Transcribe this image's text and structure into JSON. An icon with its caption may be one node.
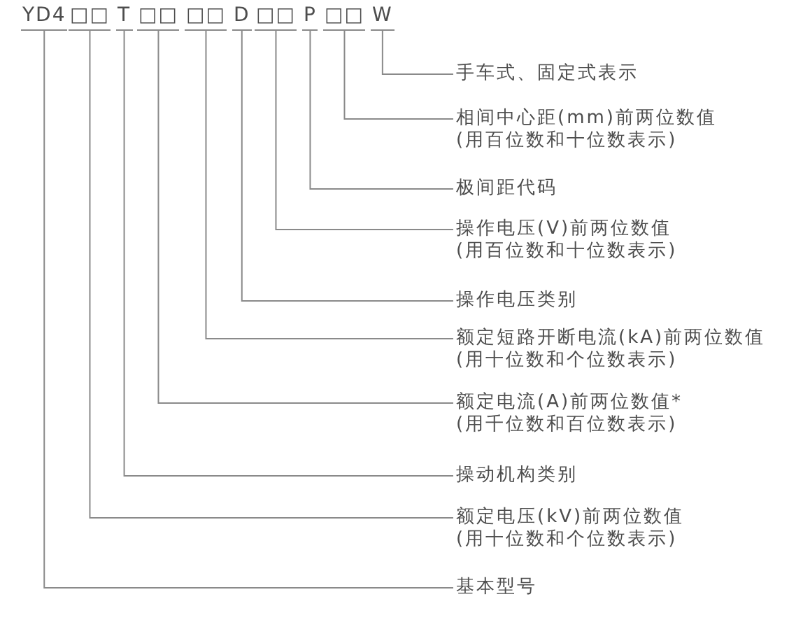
{
  "diagram": {
    "nodes": [
      {
        "text": [
          "YD4"
        ]
      },
      {
        "text": [
          "□□"
        ]
      },
      {
        "text": [
          "T"
        ]
      },
      {
        "text": [
          "□□"
        ]
      },
      {
        "text": [
          "□□"
        ]
      },
      {
        "text": [
          "D"
        ]
      },
      {
        "text": [
          "□□"
        ]
      },
      {
        "text": [
          "P"
        ]
      },
      {
        "text": [
          "□□"
        ]
      },
      {
        "text": [
          "W"
        ]
      },
      {
        "text": [
          "手车式、固定式表示"
        ]
      },
      {
        "text": [
          "相间中心距(mm)前两位数值",
          "(用百位数和十位数表示)"
        ]
      },
      {
        "text": [
          "极间距代码"
        ]
      },
      {
        "text": [
          "操作电压(V)前两位数值",
          "(用百位数和十位数表示)"
        ]
      },
      {
        "text": [
          "操作电压类别"
        ]
      },
      {
        "text": [
          "额定短路开断电流(kA)前两位数值",
          "(用十位数和个位数表示)"
        ]
      },
      {
        "text": [
          "额定电流(A)前两位数值*",
          "(用千位数和百位数表示)"
        ]
      },
      {
        "text": [
          "操动机构类别"
        ]
      },
      {
        "text": [
          "额定电压(kV)前两位数值",
          "(用十位数和个位数表示)"
        ]
      },
      {
        "text": [
          "基本型号"
        ]
      }
    ],
    "edges": [
      {
        "from": 10,
        "to": 9,
        "arrow": "none"
      },
      {
        "from": 11,
        "to": 8,
        "arrow": "none"
      },
      {
        "from": 12,
        "to": 7,
        "arrow": "none"
      },
      {
        "from": 13,
        "to": 6,
        "arrow": "none"
      },
      {
        "from": 14,
        "to": 5,
        "arrow": "none"
      },
      {
        "from": 15,
        "to": 4,
        "arrow": "none"
      },
      {
        "from": 16,
        "to": 3,
        "arrow": "none"
      },
      {
        "from": 17,
        "to": 2,
        "arrow": "none"
      },
      {
        "from": 18,
        "to": 1,
        "arrow": "none"
      },
      {
        "from": 19,
        "to": 0,
        "arrow": "none"
      }
    ]
  }
}
